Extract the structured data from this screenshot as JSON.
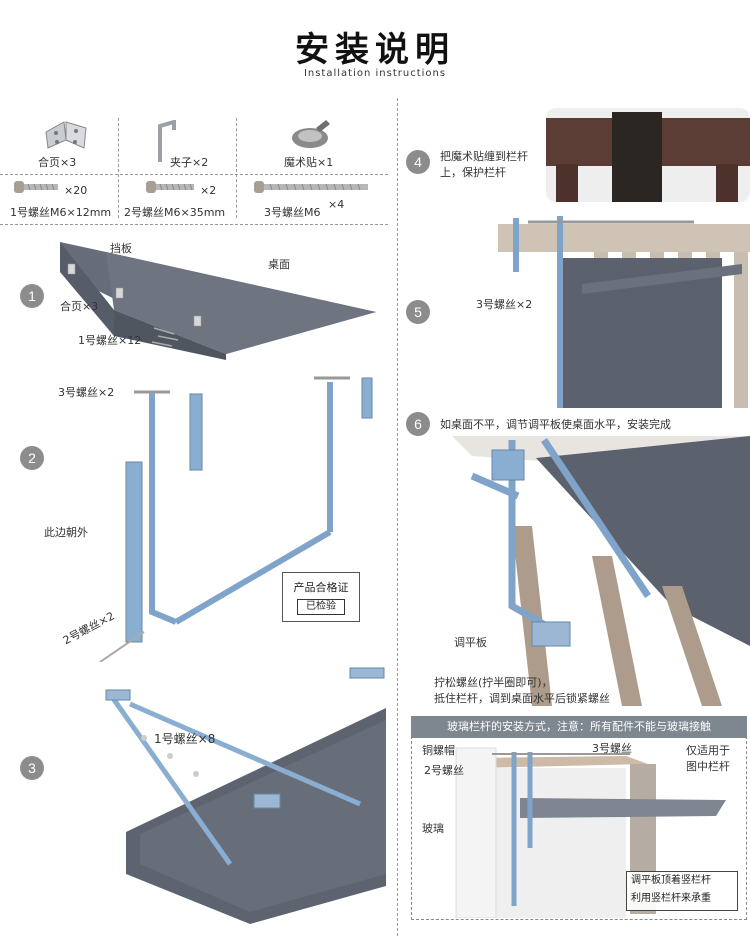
{
  "header": {
    "title": "安装说明",
    "subtitle": "Installation instructions"
  },
  "parts": {
    "hinge": "合页×3",
    "clip": "夹子×2",
    "velcro": "魔术贴×1",
    "screw1_qty": "×20",
    "screw1_label": "1号螺丝M6×12mm",
    "screw2_qty": "×2",
    "screw2_label": "2号螺丝M6×35mm",
    "screw3_label": "3号螺丝M6",
    "screw3_qty": "×4"
  },
  "step1": {
    "number": "1",
    "baffle": "挡板",
    "desktop": "桌面",
    "hinge": "合页×3",
    "screw": "1号螺丝×12"
  },
  "step2": {
    "number": "2",
    "screw3": "3号螺丝×2",
    "outward": "此边朝外",
    "screw2": "2号螺丝×2",
    "cert_title": "产品合格证",
    "cert_badge": "已检验"
  },
  "step3": {
    "number": "3",
    "screw1": "1号螺丝×8"
  },
  "step4": {
    "number": "4",
    "text_line1": "把魔术贴缠到栏杆",
    "text_line2": "上，保护栏杆"
  },
  "step5": {
    "number": "5",
    "screw3": "3号螺丝×2"
  },
  "step6": {
    "number": "6",
    "text": "如桌面不平，调节调平板使桌面水平，安装完成",
    "leveling_plate": "调平板",
    "loosen_line1": "拧松螺丝(拧半圈即可)，",
    "loosen_line2": "抵住栏杆，调到桌面水平后锁紧螺丝"
  },
  "glass": {
    "banner": "玻璃栏杆的安装方式，注意：所有配件不能与玻璃接触",
    "copper_cap": "铜螺帽",
    "screw3": "3号螺丝",
    "screw2": "2号螺丝",
    "applies_line1": "仅适用于",
    "applies_line2": "图中栏杆",
    "glass_label": "玻璃",
    "note_line1": "调平板顶着竖栏杆",
    "note_line2": "利用竖栏杆来承重"
  },
  "colors": {
    "board": "#5d6470",
    "board_top": "#6a717c",
    "bracket": "#7fa3c9",
    "rail_wood": "#c9b9a9",
    "badge": "#8c8c8c"
  }
}
